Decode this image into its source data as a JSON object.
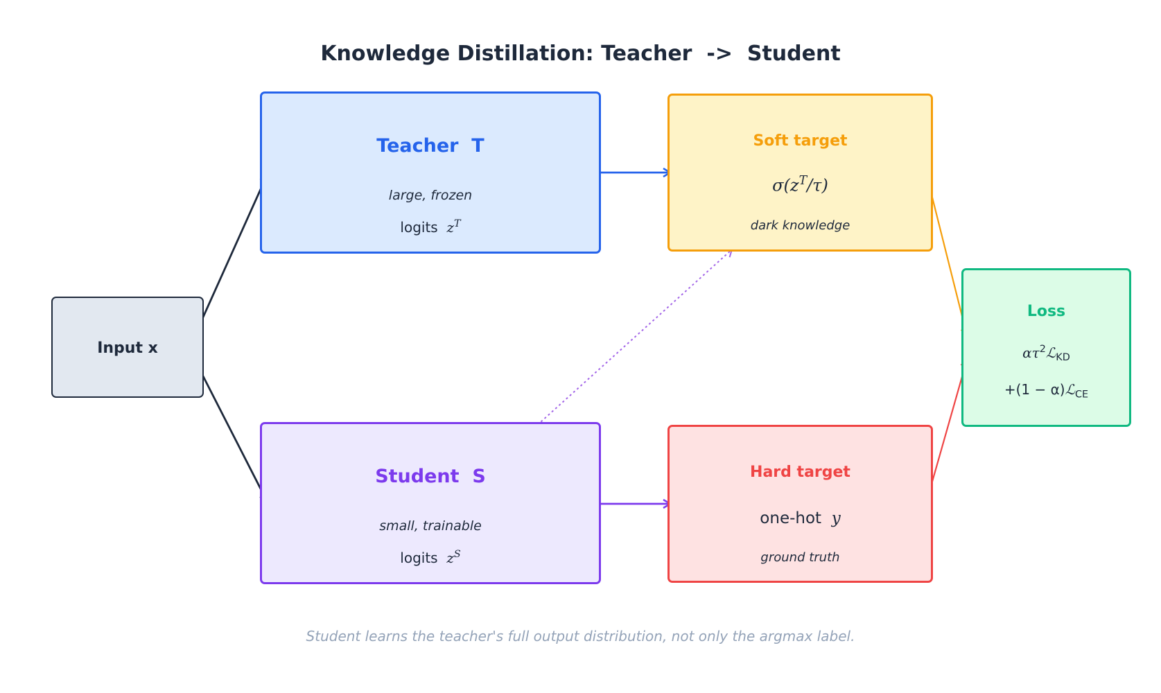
{
  "title": "Knowledge Distillation: Teacher  ->  Student",
  "input": {
    "label": "Input x"
  },
  "teacher": {
    "name": "Teacher  T",
    "description": "large, frozen",
    "logits_label": "logits",
    "logits_var": "z",
    "logits_sup": "T"
  },
  "student": {
    "name": "Student  S",
    "description": "small, trainable",
    "logits_label": "logits",
    "logits_var": "z",
    "logits_sup": "S"
  },
  "soft_target": {
    "name": "Soft target",
    "formula_sigma": "σ(",
    "formula_z": "z",
    "formula_sup": "T",
    "formula_rest": "/τ)",
    "description": "dark knowledge"
  },
  "hard_target": {
    "name": "Hard target",
    "label": "one-hot",
    "var": "y",
    "description": "ground truth"
  },
  "loss": {
    "name": "Loss",
    "term1_coef": "ατ",
    "term1_pow": "2",
    "term1_L": "ℒ",
    "term1_sub": "KD",
    "term2_coef": "+(1 − α)",
    "term2_L": "ℒ",
    "term2_sub": "CE"
  },
  "caption": "Student learns the teacher's full output distribution, not only the argmax label.",
  "colors": {
    "dark": "#1e293b",
    "teacher": "#2563eb",
    "student": "#7c3aed",
    "soft": "#f59e0b",
    "hard": "#ef4444",
    "loss": "#10b981",
    "dotted": "#a366e8"
  }
}
